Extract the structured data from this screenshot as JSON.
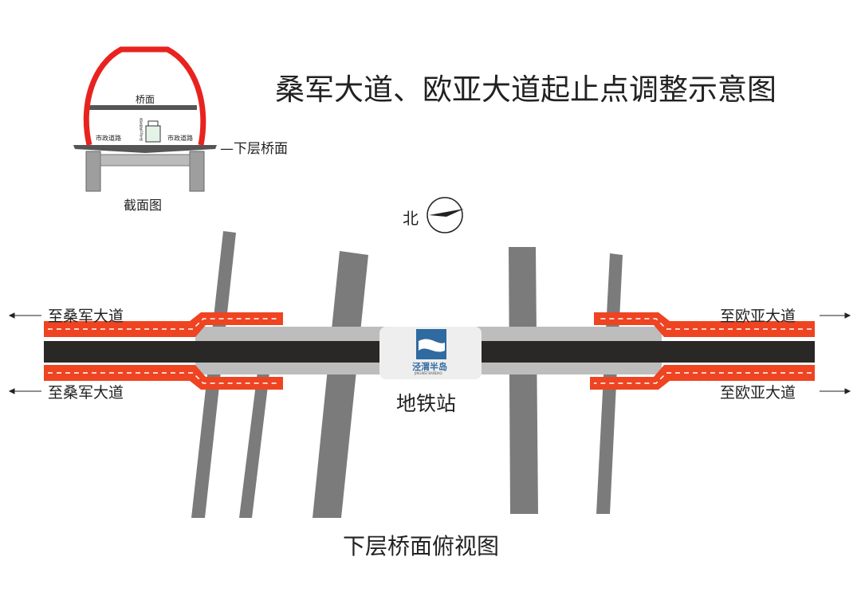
{
  "title": "桑军大道、欧亚大道起止点调整示意图",
  "cross_section": {
    "caption": "截面图",
    "upper_deck": "桥面",
    "lower_deck": "—下层桥面",
    "road_left": "市政道路",
    "road_right": "市政道路",
    "metro_label": "西安地铁10号线"
  },
  "compass": {
    "label": "北"
  },
  "plan": {
    "caption": "下层桥面俯视图",
    "station": "地铁站",
    "logo_text": "泾渭半岛",
    "logo_subtext": "JINGWEI BANDAO",
    "to_left_top": "至桑军大道",
    "to_left_bottom": "至桑军大道",
    "to_right_top": "至欧亚大道",
    "to_right_bottom": "至欧亚大道"
  },
  "colors": {
    "arch": "#e8231f",
    "lane": "#ee4422",
    "road": "#2a2727",
    "deck": "#bdbdbd",
    "pier": "#7b7b7b"
  }
}
